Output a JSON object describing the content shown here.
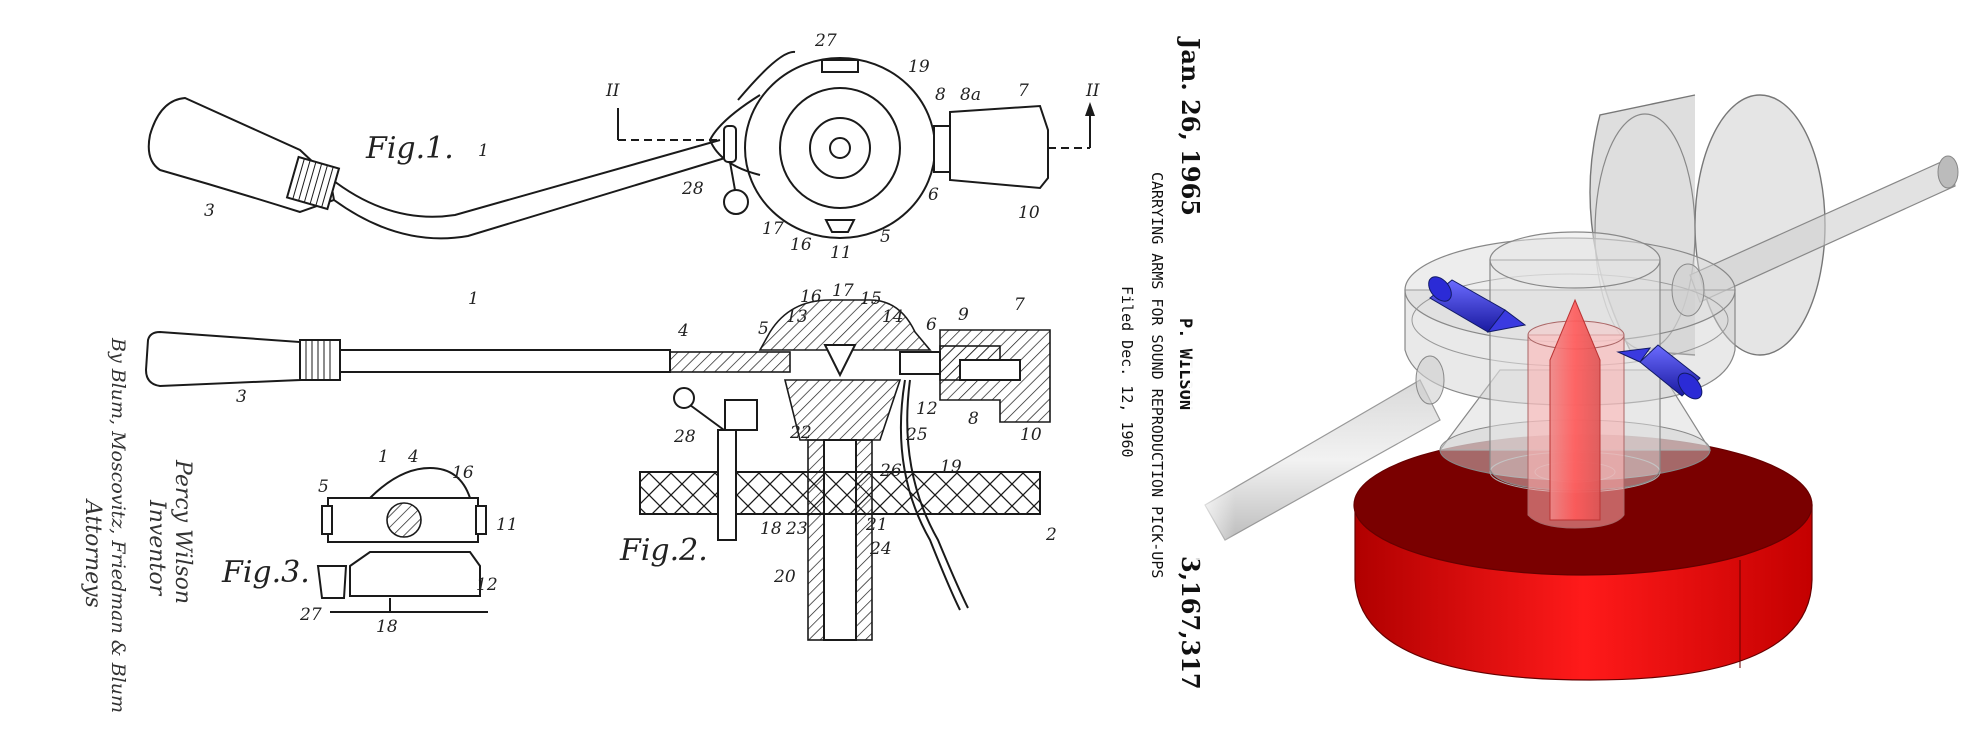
{
  "header": {
    "date": "Jan. 26, 1965",
    "inventor_name": "P. WILSON",
    "title": "CARRYING ARMS FOR SOUND REPRODUCTION PICK-UPS",
    "filed": "Filed Dec. 12, 1960",
    "patent_number": "3,167,317"
  },
  "figures": {
    "fig1": "Fig.1.",
    "fig2": "Fig.2.",
    "fig3": "Fig.3."
  },
  "section_marks": {
    "left": "II",
    "right": "II"
  },
  "fig1_labels": [
    "27",
    "19",
    "8",
    "8a",
    "7",
    "1",
    "3",
    "28",
    "17",
    "16",
    "11",
    "5",
    "6",
    "10"
  ],
  "fig2_labels": [
    "1",
    "3",
    "4",
    "5",
    "13",
    "16",
    "17",
    "15",
    "14",
    "6",
    "9",
    "7",
    "12",
    "8",
    "10",
    "28",
    "22",
    "25",
    "26",
    "19",
    "2",
    "18",
    "23",
    "21",
    "24",
    "20"
  ],
  "fig3_labels": [
    "1",
    "4",
    "16",
    "5",
    "11",
    "12",
    "27",
    "18"
  ],
  "signature": {
    "inventor_signature": "Percy Wilson",
    "inventor_caption": "Inventor",
    "attorneys": "By Blum, Moscovitz, Friedman & Blum",
    "attorneys_caption": "Attorneys"
  },
  "render_colors": {
    "base": "#e00000",
    "base_dark": "#7a0000",
    "pivot_cone": "#f06060",
    "pins": "#2b2bd6",
    "ghost_body": "#9a9a9a"
  }
}
